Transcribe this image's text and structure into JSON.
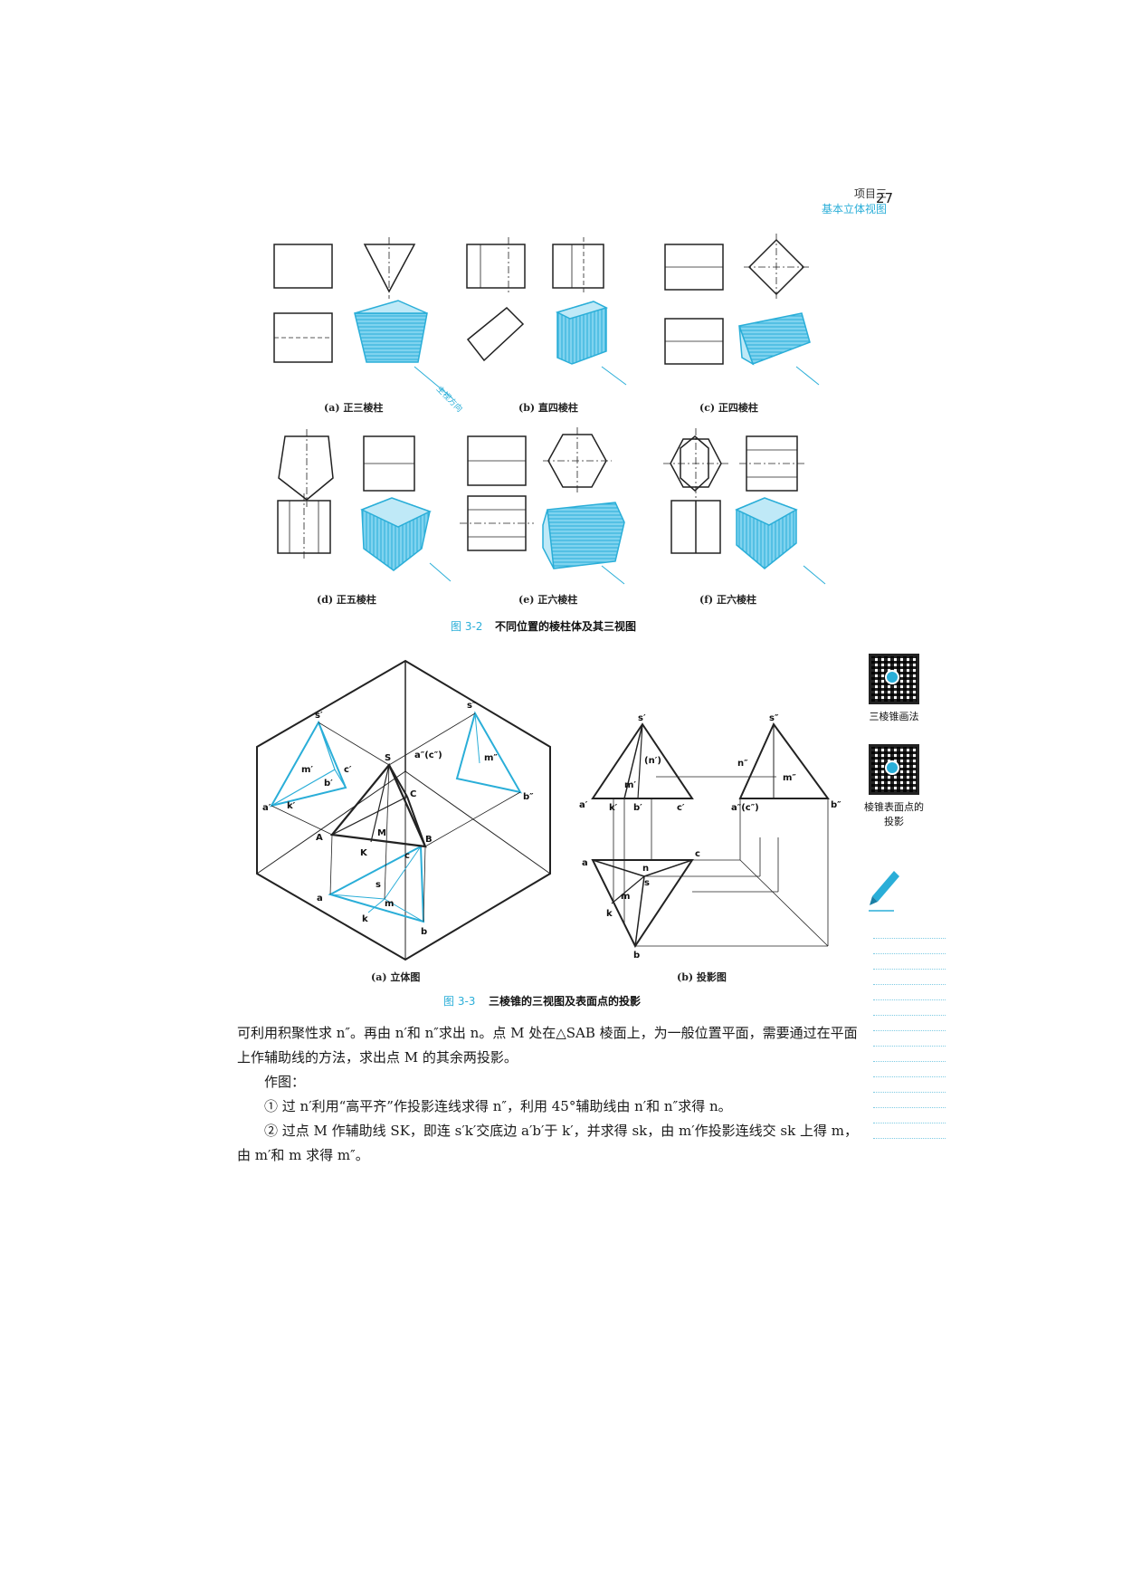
{
  "header": {
    "project": "项目三",
    "section": "基本立体视图",
    "page_number": "27"
  },
  "figure_3_2": {
    "number": "图 3-2",
    "title": "不同位置的棱柱体及其三视图",
    "subs": [
      {
        "label": "(a) 正三棱柱"
      },
      {
        "label": "(b) 直四棱柱"
      },
      {
        "label": "(c) 正四棱柱"
      },
      {
        "label": "(d) 正五棱柱"
      },
      {
        "label": "(e) 正六棱柱"
      },
      {
        "label": "(f) 正六棱柱"
      }
    ],
    "direction_label": "主视方向"
  },
  "figure_3_3": {
    "number": "图 3-3",
    "title": "三棱锥的三视图及表面点的投影",
    "sub_a": "(a) 立体图",
    "sub_b": "(b) 投影图",
    "points_a": {
      "s1": "s′",
      "s2": "s″",
      "S": "S",
      "a1": "a′",
      "a2": "a″(c″)",
      "m1": "m′",
      "m2": "m″",
      "c1": "c′",
      "b1": "b′",
      "b2": "b″",
      "k1": "k′",
      "C": "C",
      "A": "A",
      "B": "B",
      "M": "M",
      "K": "K",
      "c": "c",
      "s": "s",
      "a": "a",
      "m": "m",
      "k": "k",
      "b": "b"
    },
    "points_b": {
      "s1": "s′",
      "s2": "s″",
      "n1": "(n′)",
      "n2": "n″",
      "m1": "m′",
      "m2": "m″",
      "a1": "a′",
      "k1": "k′",
      "b1": "b′",
      "c1": "c′",
      "ac2": "a″(c″)",
      "b2": "b″",
      "a": "a",
      "n": "n",
      "c": "c",
      "s": "s",
      "m": "m",
      "k": "k",
      "b": "b"
    }
  },
  "sidebar": {
    "qr1_label": "三棱锥画法",
    "qr2_label": "棱锥表面点的投影"
  },
  "body": {
    "para1": "可利用积聚性求 n″。再由 n′和 n″求出 n。点 M 处在△SAB 棱面上，为一般位置平面，需要通过在平面上作辅助线的方法，求出点 M 的其余两投影。",
    "para2": "作图：",
    "para3": "① 过 n′利用“高平齐”作投影连线求得 n″，利用 45°辅助线由 n′和 n″求得 n。",
    "para4": "② 过点 M 作辅助线 SK，即连 s′k′交底边 a′b′于 k′，并求得 sk，由 m′作投影连线交 sk 上得 m，由 m′和 m 求得 m″。"
  },
  "colors": {
    "accent": "#2aaed8",
    "line": "#222222"
  }
}
